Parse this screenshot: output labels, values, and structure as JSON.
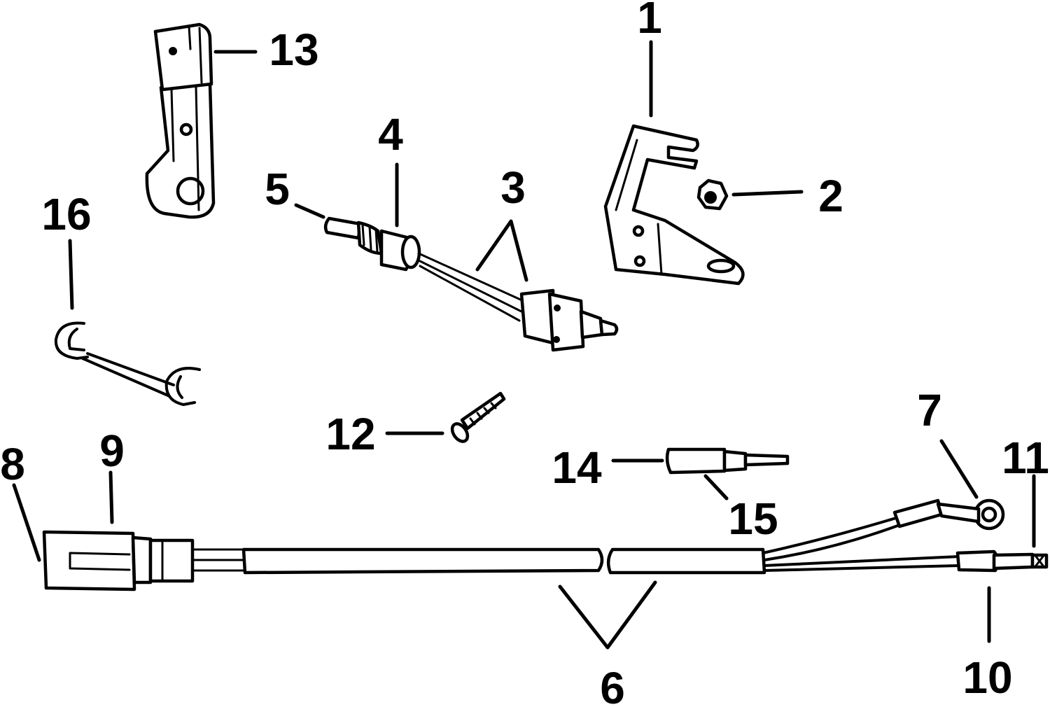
{
  "callouts": [
    {
      "id": "1",
      "label": "1"
    },
    {
      "id": "2",
      "label": "2"
    },
    {
      "id": "3",
      "label": "3"
    },
    {
      "id": "4",
      "label": "4"
    },
    {
      "id": "5",
      "label": "5"
    },
    {
      "id": "6",
      "label": "6"
    },
    {
      "id": "7",
      "label": "7"
    },
    {
      "id": "8",
      "label": "8"
    },
    {
      "id": "9",
      "label": "9"
    },
    {
      "id": "10",
      "label": "10"
    },
    {
      "id": "11",
      "label": "11"
    },
    {
      "id": "12",
      "label": "12"
    },
    {
      "id": "13",
      "label": "13"
    },
    {
      "id": "14",
      "label": "14"
    },
    {
      "id": "15",
      "label": "15"
    },
    {
      "id": "16",
      "label": "16"
    }
  ],
  "colors": {
    "ink": "#000000",
    "paper": "#ffffff"
  },
  "parts": [
    "bracket",
    "nut",
    "switch-leads",
    "grommet",
    "plunger",
    "harness",
    "ring-terminal",
    "connector-housing",
    "connector-seal",
    "terminal-sleeve",
    "bullet-terminal",
    "screw",
    "lever",
    "pin-terminal",
    "pin-sleeve",
    "wire-clip"
  ]
}
